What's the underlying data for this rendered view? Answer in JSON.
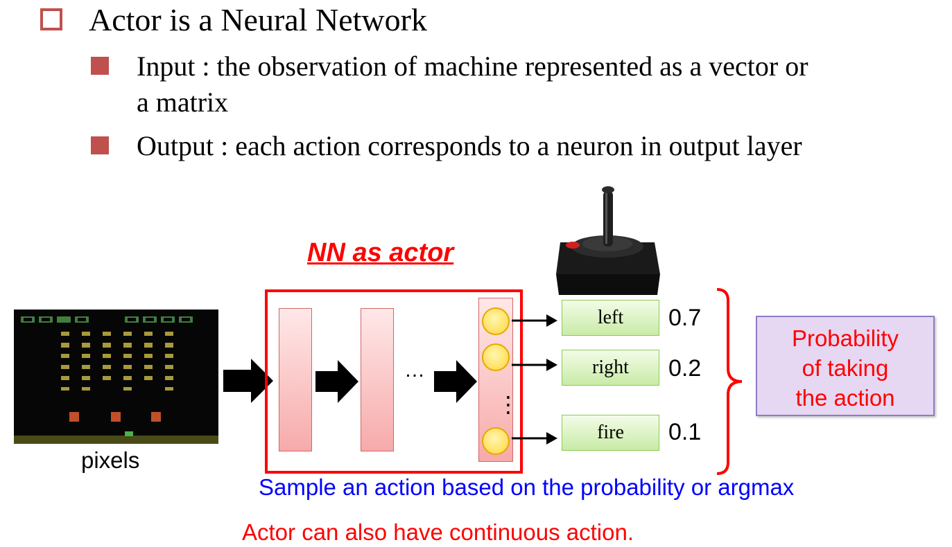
{
  "bullets": {
    "main": "Actor is a Neural Network",
    "sub1_line1": "Input : the observation of machine represented as a vector or",
    "sub1_line2": "a matrix",
    "sub2": "Output : each action corresponds to a neuron in output layer"
  },
  "diagram": {
    "nn_label": "NN as actor",
    "input_label": "pixels",
    "ellipsis": "…",
    "vertical_dots": "⋮",
    "actions": [
      {
        "name": "left",
        "prob": "0.7"
      },
      {
        "name": "right",
        "prob": "0.2"
      },
      {
        "name": "fire",
        "prob": "0.1"
      }
    ],
    "prob_box_line1": "Probability",
    "prob_box_line2": "of taking",
    "prob_box_line3": "the action",
    "sample_note": "Sample an action based on the probability or argmax",
    "continuous_note": "Actor can also have continuous action."
  },
  "colors": {
    "bullet": "#c0504d",
    "nn_frame": "#ff0000",
    "prob_text": "#ff0000",
    "prob_box_fill": "#e6d7f3",
    "prob_box_border": "#8e7cc3",
    "sample_note": "#0000ff",
    "continuous_note": "#ff0000"
  }
}
